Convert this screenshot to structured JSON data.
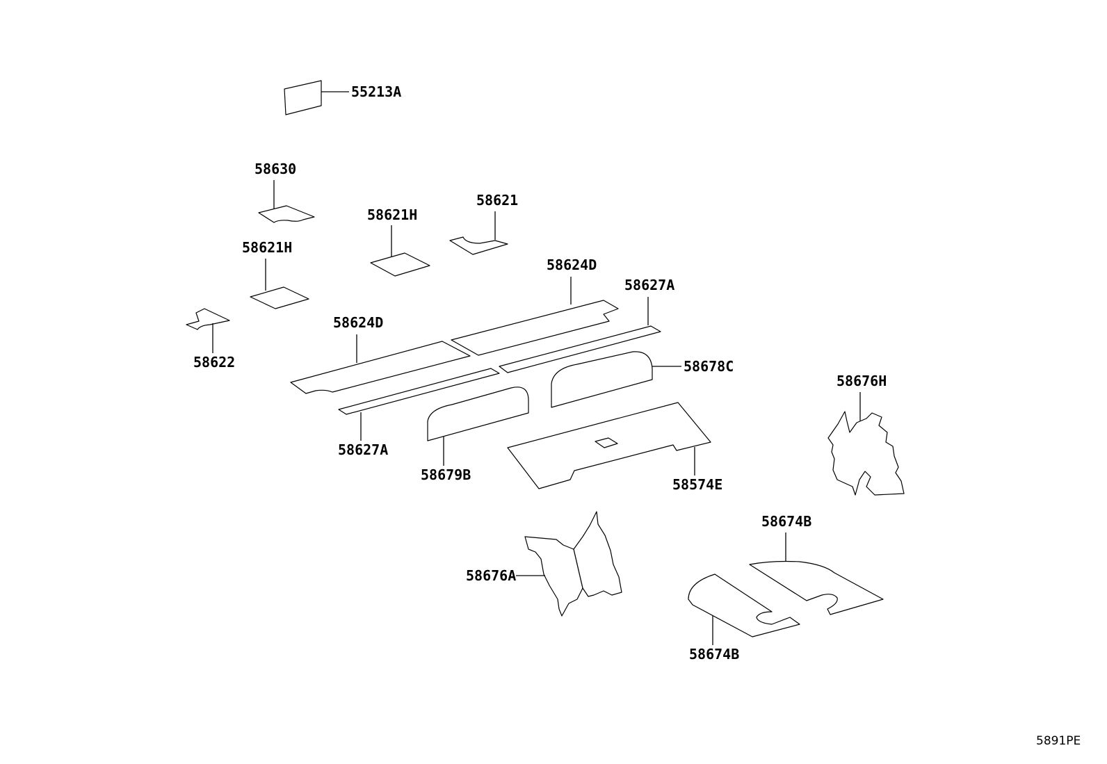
{
  "diagram_code": "5891PE",
  "callouts": [
    {
      "id": "c1",
      "text": "55213A"
    },
    {
      "id": "c2",
      "text": "58630"
    },
    {
      "id": "c3",
      "text": "58621H"
    },
    {
      "id": "c4",
      "text": "58621"
    },
    {
      "id": "c5",
      "text": "58621H"
    },
    {
      "id": "c6",
      "text": "58622"
    },
    {
      "id": "c7",
      "text": "58624D"
    },
    {
      "id": "c8",
      "text": "58627A"
    },
    {
      "id": "c9",
      "text": "58624D"
    },
    {
      "id": "c10",
      "text": "58678C"
    },
    {
      "id": "c11",
      "text": "58627A"
    },
    {
      "id": "c12",
      "text": "58679B"
    },
    {
      "id": "c13",
      "text": "58574E"
    },
    {
      "id": "c14",
      "text": "58676H"
    },
    {
      "id": "c15",
      "text": "58674B"
    },
    {
      "id": "c16",
      "text": "58676A"
    },
    {
      "id": "c17",
      "text": "58674B"
    }
  ]
}
